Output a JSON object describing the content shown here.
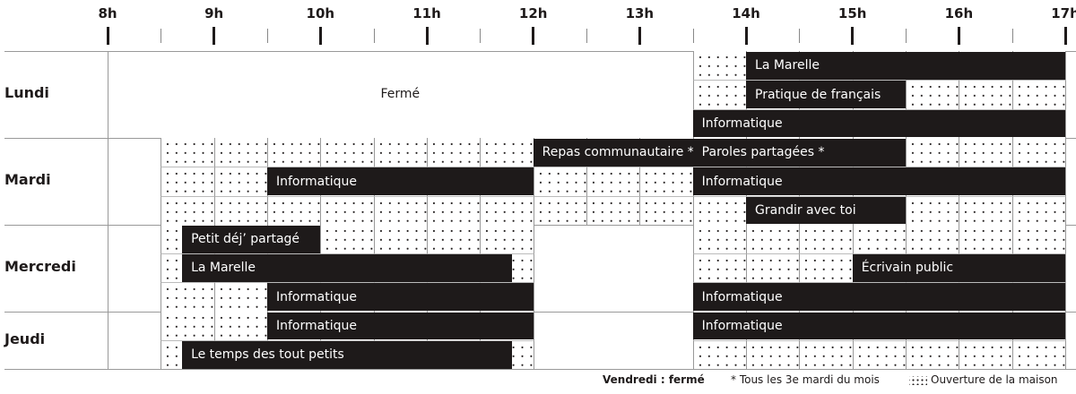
{
  "hours": [
    "8h",
    "9h",
    "10h",
    "11h",
    "12h",
    "13h",
    "14h",
    "15h",
    "16h",
    "17h"
  ],
  "days": [
    {
      "name": "Lundi",
      "subrows": 3,
      "closed_label": "Fermé",
      "closed_range": [
        8,
        13.5
      ],
      "open_ranges": [
        [
          13.5,
          17
        ]
      ],
      "events": [
        {
          "label": "La Marelle",
          "start": 14,
          "end": 17,
          "row": 0
        },
        {
          "label": "Pratique de français",
          "start": 14,
          "end": 15.5,
          "row": 1
        },
        {
          "label": "Informatique",
          "start": 13.5,
          "end": 17,
          "row": 2
        }
      ]
    },
    {
      "name": "Mardi",
      "subrows": 3,
      "open_ranges": [
        [
          8.5,
          17
        ]
      ],
      "events": [
        {
          "label": "Repas communautaire *",
          "start": 12,
          "end": 13.5,
          "row": 0
        },
        {
          "label": "Paroles partagées *",
          "start": 13.5,
          "end": 15.5,
          "row": 0
        },
        {
          "label": "Informatique",
          "start": 9.5,
          "end": 12,
          "row": 1
        },
        {
          "label": "Informatique",
          "start": 13.5,
          "end": 17,
          "row": 1
        },
        {
          "label": "Grandir avec toi",
          "start": 14,
          "end": 15.5,
          "row": 2
        }
      ]
    },
    {
      "name": "Mercredi",
      "subrows": 3,
      "open_ranges": [
        [
          8.5,
          12
        ],
        [
          13.5,
          17
        ]
      ],
      "events": [
        {
          "label": "Petit déj’ partagé",
          "start": 8.7,
          "end": 10,
          "row": 0
        },
        {
          "label": "La Marelle",
          "start": 8.7,
          "end": 11.8,
          "row": 1
        },
        {
          "label": "Écrivain public",
          "start": 15,
          "end": 17,
          "row": 1
        },
        {
          "label": "Informatique",
          "start": 9.5,
          "end": 12,
          "row": 2
        },
        {
          "label": "Informatique",
          "start": 13.5,
          "end": 17,
          "row": 2
        }
      ]
    },
    {
      "name": "Jeudi",
      "subrows": 2,
      "open_ranges": [
        [
          8.5,
          12
        ],
        [
          13.5,
          17
        ]
      ],
      "events": [
        {
          "label": "Informatique",
          "start": 9.5,
          "end": 12,
          "row": 0
        },
        {
          "label": "Informatique",
          "start": 13.5,
          "end": 17,
          "row": 0
        },
        {
          "label": "Le temps des tout petits",
          "start": 8.7,
          "end": 11.8,
          "row": 1
        }
      ]
    }
  ],
  "footer": {
    "friday": "Vendredi : fermé",
    "note": "* Tous les 3e mardi du mois",
    "legend": "Ouverture de la maison"
  }
}
